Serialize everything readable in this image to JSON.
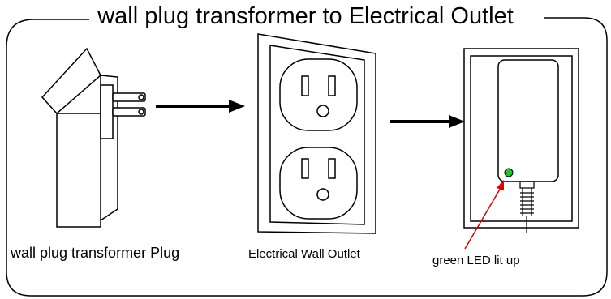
{
  "diagram": {
    "title": "wall plug transformer to Electrical Outlet",
    "captions": {
      "plug": "wall plug transformer Plug",
      "outlet": "Electrical Wall Outlet",
      "led": "green LED lit up"
    },
    "colors": {
      "stroke": "#000000",
      "led": "#22c22e",
      "pointer": "#e00000",
      "background": "#ffffff"
    }
  }
}
